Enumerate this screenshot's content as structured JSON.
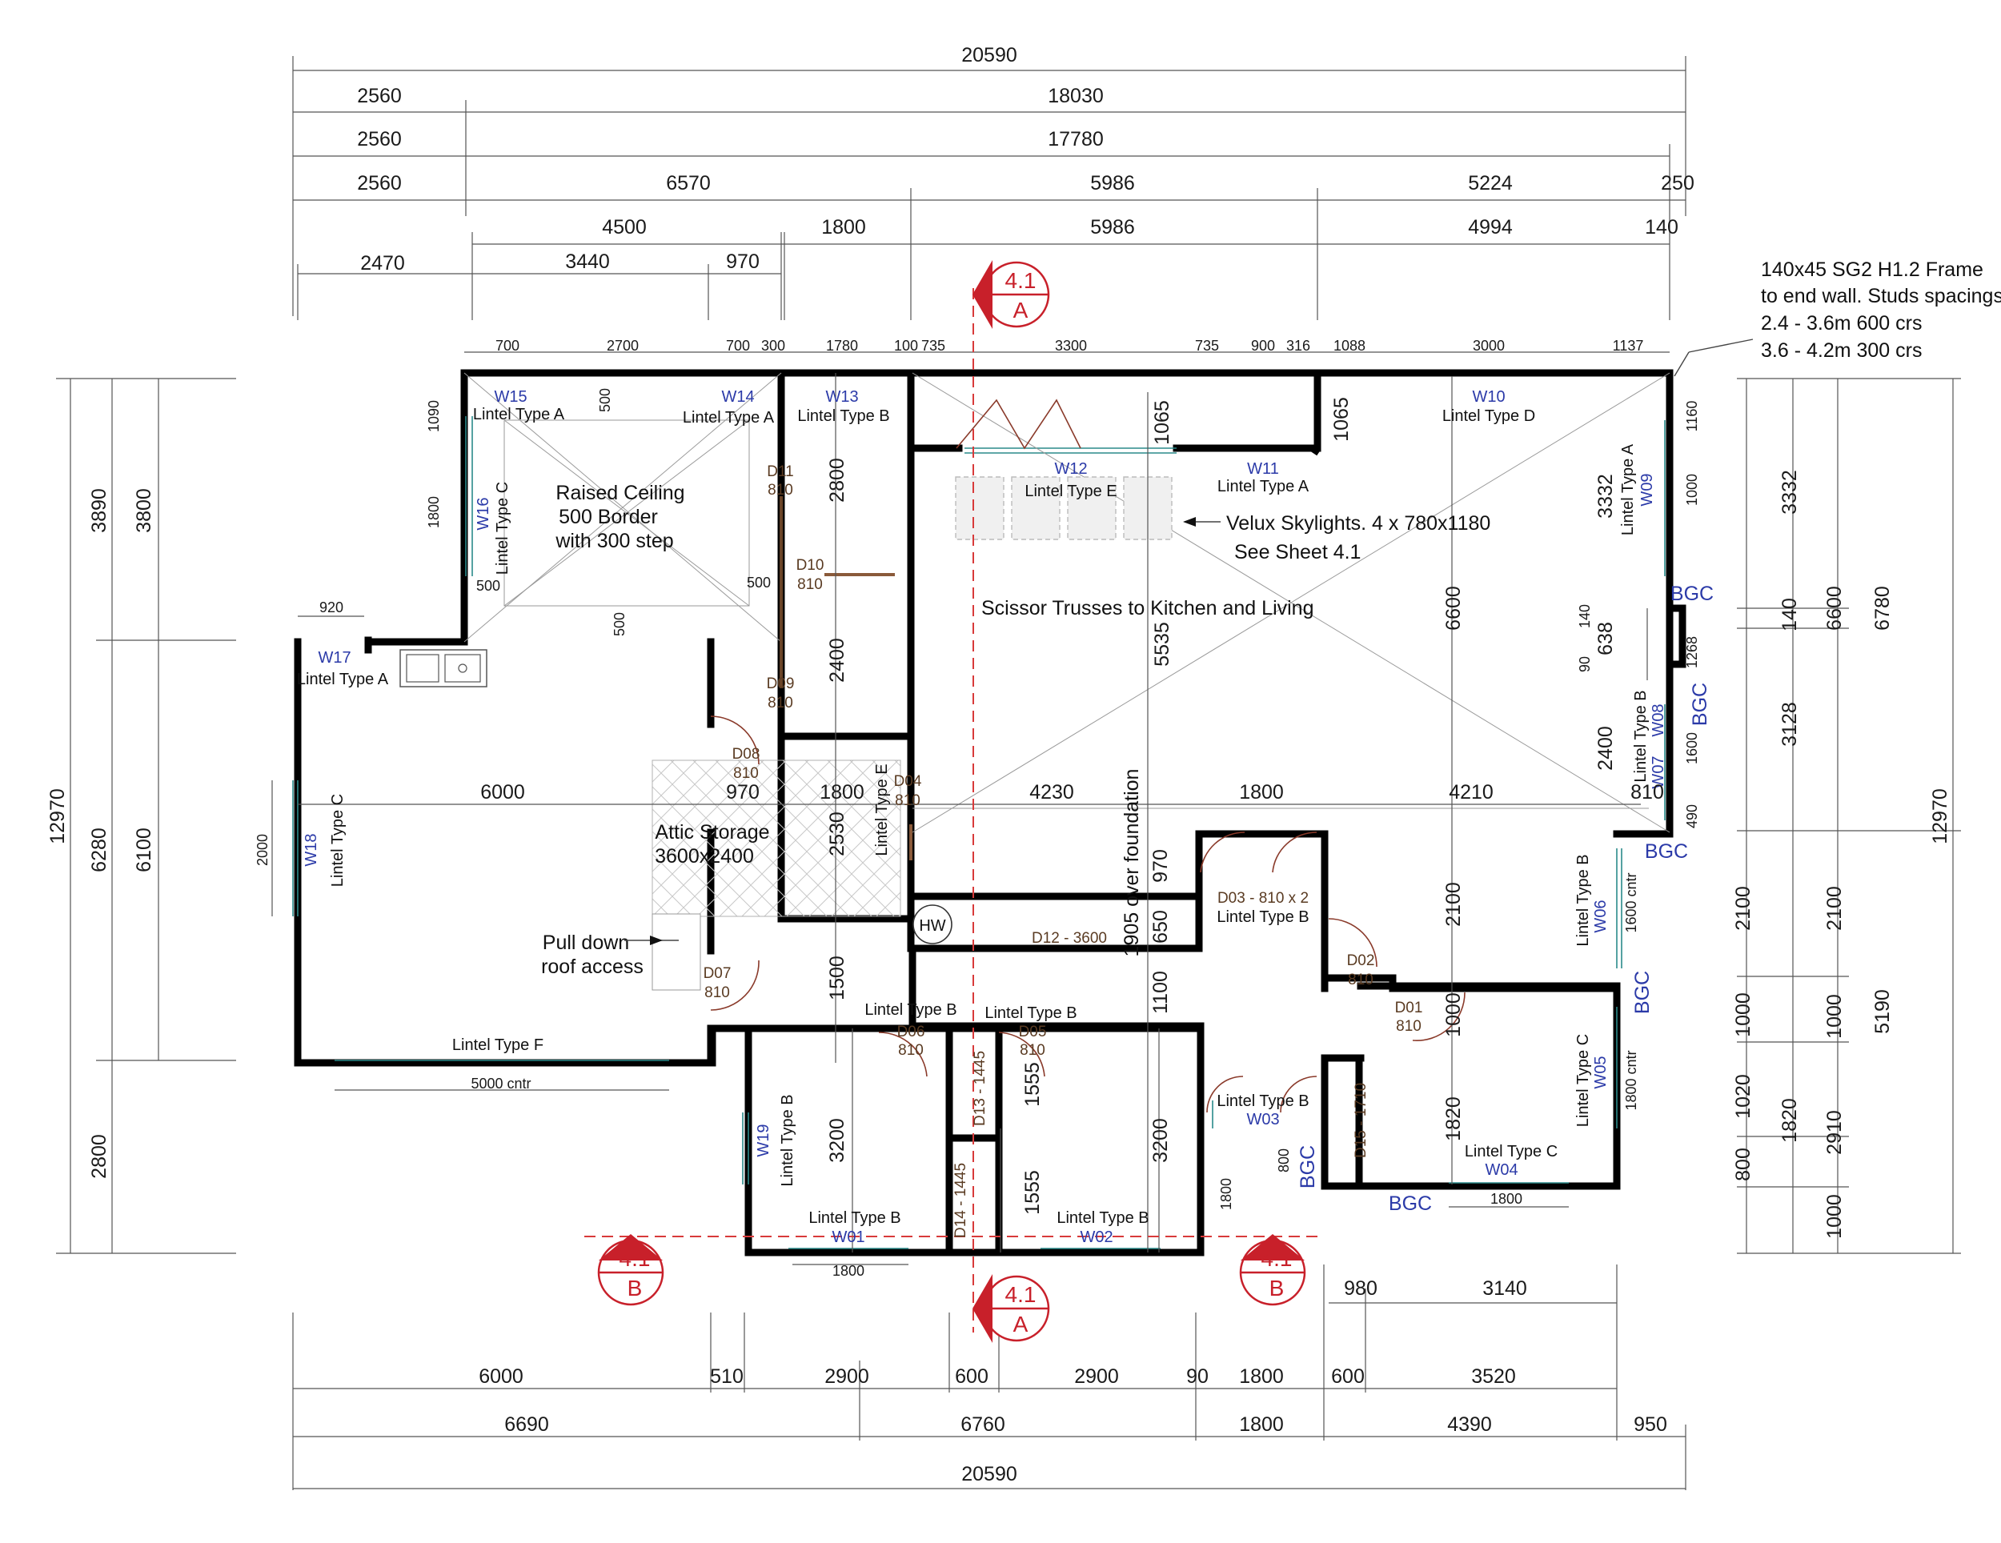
{
  "top_dims": {
    "row1": [
      "20590"
    ],
    "row2": [
      "2560",
      "18030"
    ],
    "row3": [
      "2560",
      "17780"
    ],
    "row4": [
      "2560",
      "6570",
      "5986",
      "5224",
      "250"
    ],
    "row5": [
      "4500",
      "1800",
      "5986",
      "4994",
      "140"
    ],
    "row6": [
      "2470",
      "3440",
      "970"
    ],
    "row7": [
      "700",
      "2700",
      "700",
      "300",
      "1780",
      "100",
      "735",
      "3300",
      "735",
      "900",
      "316",
      "1088",
      "3000",
      "1137"
    ]
  },
  "bottom_dims": {
    "rowA": [
      "980",
      "3140"
    ],
    "rowB": [
      "6000",
      "510",
      "2900",
      "600",
      "2900",
      "90",
      "1800",
      "600",
      "3520"
    ],
    "rowC": [
      "6690",
      "6760",
      "1800",
      "4390",
      "950"
    ],
    "rowD": [
      "20590"
    ]
  },
  "left_dims": {
    "outer": "12970",
    "mid": [
      "3890",
      "6280",
      "2800"
    ],
    "inner": [
      "3800",
      "6100"
    ]
  },
  "right_dims": {
    "outer": "12970",
    "col3": [
      "6780",
      "5190"
    ],
    "col2": [
      "3332",
      "140",
      "3128",
      "2100",
      "1000",
      "1020",
      "1820",
      "800",
      "1000"
    ],
    "col2b": [
      "6600",
      "2100",
      "1000",
      "2910"
    ],
    "small": [
      "1160",
      "1000",
      "1268",
      "1600",
      "490",
      "1600 cntr",
      "1800 cntr"
    ]
  },
  "frame_note": [
    "140x45 SG2 H1.2 Frame",
    "to end wall. Studs spacings:",
    "2.4 - 3.6m 600 crs",
    "3.6 - 4.2m 300 crs"
  ],
  "windows": [
    "W15",
    "W14",
    "W13",
    "W12",
    "W11",
    "W10",
    "W09",
    "W08",
    "W07",
    "W06",
    "W05",
    "W04",
    "W03",
    "W02",
    "W01",
    "W19",
    "W18",
    "W17",
    "W16"
  ],
  "doors": [
    {
      "id": "D11",
      "w": "810"
    },
    {
      "id": "D10",
      "w": "810"
    },
    {
      "id": "D09",
      "w": "810"
    },
    {
      "id": "D08",
      "w": "810"
    },
    {
      "id": "D07",
      "w": "810"
    },
    {
      "id": "D06",
      "w": "810"
    },
    {
      "id": "D05",
      "w": "810"
    },
    {
      "id": "D04",
      "w": "810"
    },
    {
      "id": "D02",
      "w": "810"
    },
    {
      "id": "D01",
      "w": "810"
    }
  ],
  "door_misc": [
    "D03 - 810 x 2",
    "D12 - 3600",
    "D13 - 1445",
    "D14 - 1445",
    "D15 - 1710"
  ],
  "lintels": {
    "A": "Lintel Type A",
    "B": "Lintel Type B",
    "C": "Lintel Type C",
    "D": "Lintel Type D",
    "E": "Lintel Type E",
    "F": "Lintel Type F"
  },
  "notes": {
    "raised": [
      "Raised Ceiling",
      "500 Border",
      "with 300 step"
    ],
    "velux": [
      "Velux Skylights. 4 x 780x1180",
      "See Sheet 4.1"
    ],
    "scissor": "Scissor Trusses to Kitchen and Living",
    "attic": [
      "Attic Storage",
      "3600x2400"
    ],
    "pull": [
      "Pull down",
      "roof access"
    ],
    "foundation": "1905 over foundation",
    "hw": "HW",
    "cntr5000": "5000 cntr",
    "bgc": "BGC"
  },
  "interior_dims": {
    "d500": "500",
    "d1090": "1090",
    "d1800": "1800",
    "d920": "920",
    "d2000": "2000",
    "d2800": "2800",
    "d2400": "2400",
    "d6000": "6000",
    "d970": "970",
    "d1800b": "1800",
    "d2530": "2530",
    "d4230": "4230",
    "d4210": "4210",
    "d810": "810",
    "d5535": "5535",
    "d6600": "6600",
    "d3332": "3332",
    "d638": "638",
    "d140": "140",
    "d90": "90",
    "d1065": "1065",
    "d2100": "2100",
    "d1000": "1000",
    "d1820": "1820",
    "d1500": "1500",
    "d3200": "3200",
    "d1555": "1555",
    "d1100": "1100",
    "d650": "650",
    "d800": "800"
  },
  "section_markers": [
    {
      "num": "4.1",
      "letter": "A"
    },
    {
      "num": "4.1",
      "letter": "A"
    },
    {
      "num": "4.1",
      "letter": "B"
    },
    {
      "num": "4.1",
      "letter": "B"
    }
  ],
  "colors": {
    "wall": "#000000",
    "annotation_blue": "#2b3aa8",
    "section_red": "#c8202a",
    "door_brown": "#5a3b22"
  }
}
